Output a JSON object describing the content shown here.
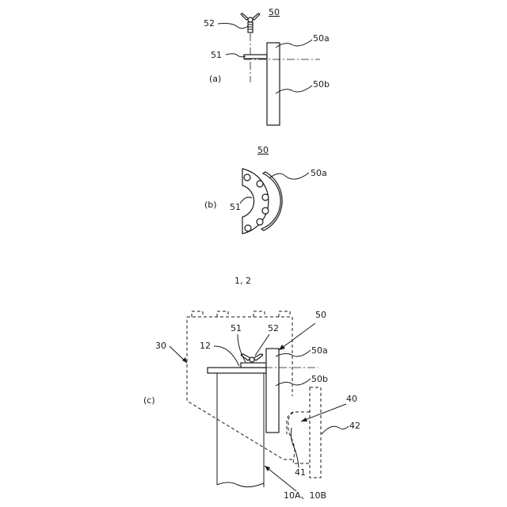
{
  "figure": {
    "panel_a": {
      "panel_label": "(a)",
      "part_number": "50",
      "labels": {
        "bolt": "52",
        "plate": "51",
        "upper": "50a",
        "lower": "50b"
      }
    },
    "panel_b": {
      "panel_label": "(b)",
      "part_number": "50",
      "labels": {
        "plate": "51",
        "arc": "50a"
      }
    },
    "panel_c": {
      "panel_label": "(c)",
      "assembly_number": "1, 2",
      "labels": {
        "clamp": "50",
        "bolt": "52",
        "plate": "51",
        "flange": "12",
        "enclosure": "30",
        "upper": "50a",
        "lower": "50b",
        "device": "40",
        "device_body": "42",
        "device_arm": "41",
        "column": "10A、10B"
      }
    }
  }
}
